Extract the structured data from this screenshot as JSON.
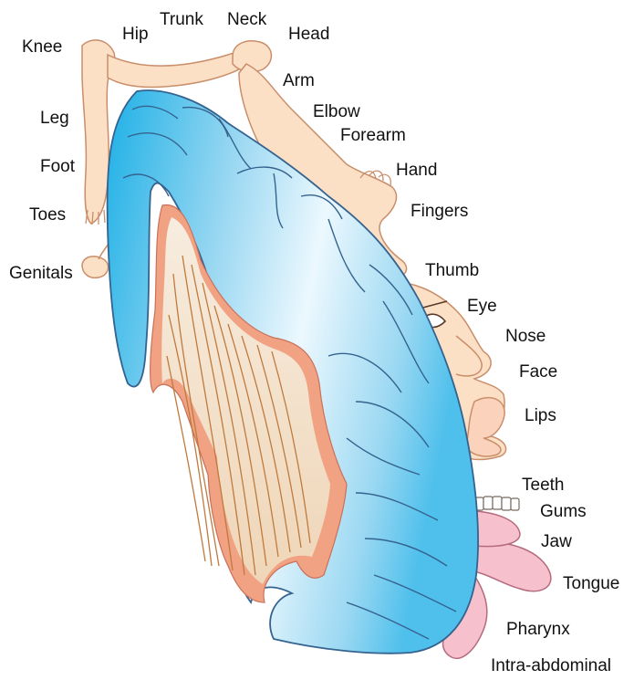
{
  "colors": {
    "skin": "#fbe0c6",
    "skin_outline": "#c98e6a",
    "cortex_light": "#e4f5fd",
    "cortex_mid": "#8fd2f0",
    "cortex_deep": "#1cb0e6",
    "cortex_outline": "#35638f",
    "gray_matter": "#f1a283",
    "white_matter": "#f5e6d3",
    "fibers": "#c07a3c",
    "tongue": "#f6c1cc",
    "tongue_outline": "#b56a7e"
  },
  "labels": {
    "knee": "Knee",
    "hip": "Hip",
    "trunk": "Trunk",
    "neck": "Neck",
    "head": "Head",
    "arm": "Arm",
    "elbow": "Elbow",
    "forearm": "Forearm",
    "hand": "Hand",
    "fingers": "Fingers",
    "thumb": "Thumb",
    "eye": "Eye",
    "nose": "Nose",
    "face": "Face",
    "lips": "Lips",
    "teeth": "Teeth",
    "gums": "Gums",
    "jaw": "Jaw",
    "tongue": "Tongue",
    "pharynx": "Pharynx",
    "intra_abdominal": "Intra-abdominal",
    "leg": "Leg",
    "foot": "Foot",
    "toes": "Toes",
    "genitals": "Genitals"
  }
}
